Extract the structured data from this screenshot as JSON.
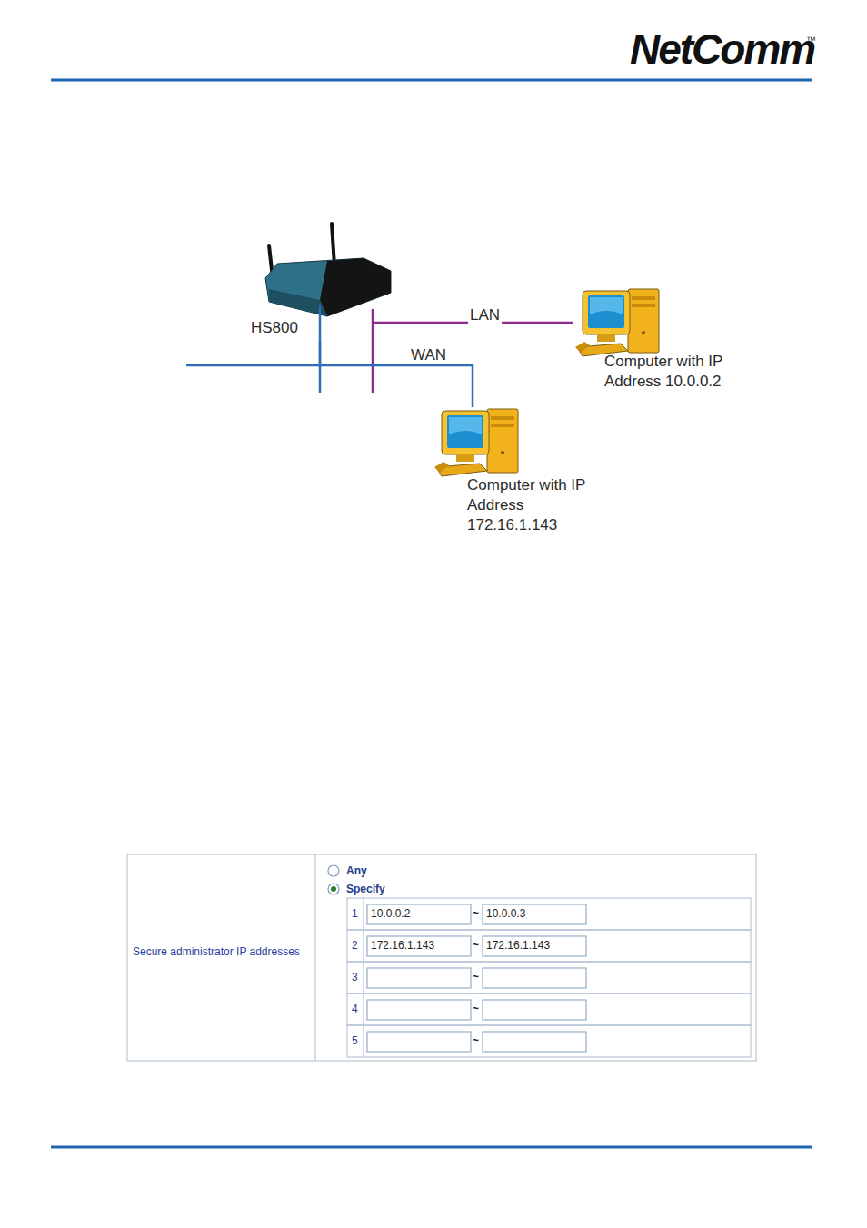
{
  "diagram": {
    "nodes": [
      {
        "text": [
          "HS800"
        ]
      },
      {
        "text": [
          "Computer with IP Address 10.0.0.2"
        ]
      },
      {
        "text": [
          "Computer with IP Address 172.16.1.143"
        ]
      }
    ],
    "edges": [
      {
        "from": 0,
        "to": 1,
        "arrow": "none",
        "label": "LAN"
      },
      {
        "from": 0,
        "to": 2,
        "arrow": "none",
        "label": "WAN"
      }
    ],
    "labels": [
      "NetComm",
      "™",
      "Secure administrator IP addresses",
      "Any",
      "Specify",
      "1",
      "10.0.0.2",
      "~",
      "10.0.0.3",
      "2",
      "172.16.1.143",
      "~",
      "172.16.1.143",
      "3",
      "~",
      "4",
      "~",
      "5",
      "~"
    ]
  }
}
